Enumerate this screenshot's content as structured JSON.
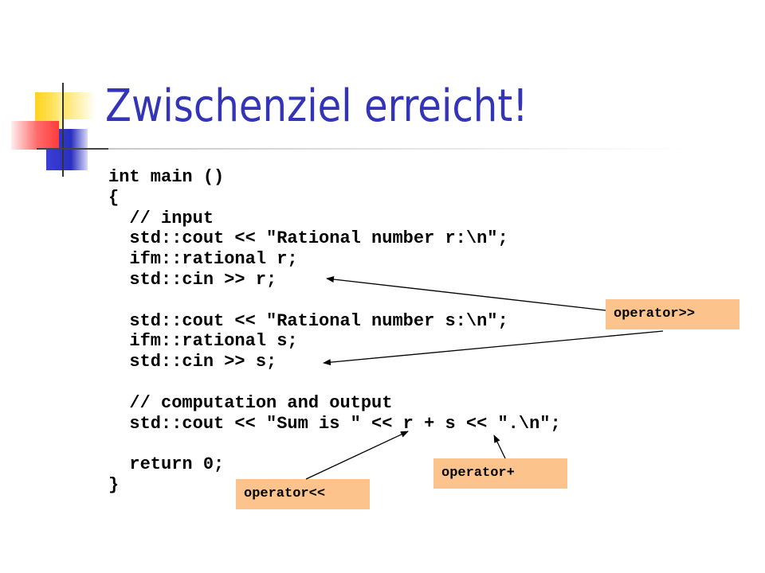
{
  "slide": {
    "title": "Zwischenziel erreicht!"
  },
  "code": [
    "int main ()",
    "{",
    "  // input",
    "  std::cout << \"Rational number r:\\n\";",
    "  ifm::rational r;",
    "  std::cin >> r;",
    "",
    "  std::cout << \"Rational number s:\\n\";",
    "  ifm::rational s;",
    "  std::cin >> s;",
    "",
    "  // computation and output",
    "  std::cout << \"Sum is \" << r + s << \".\\n\";",
    "",
    "  return 0;",
    "}"
  ],
  "callouts": {
    "shift_right": "operator>>",
    "plus": "operator+",
    "shift_left": "operator<<"
  },
  "colors": {
    "title": "#3434b8",
    "callout_bg": "#fcc48c",
    "deco_yellow": "#ffd21a",
    "deco_blue": "#2a2fbf",
    "deco_red": "#ff3b3b"
  }
}
